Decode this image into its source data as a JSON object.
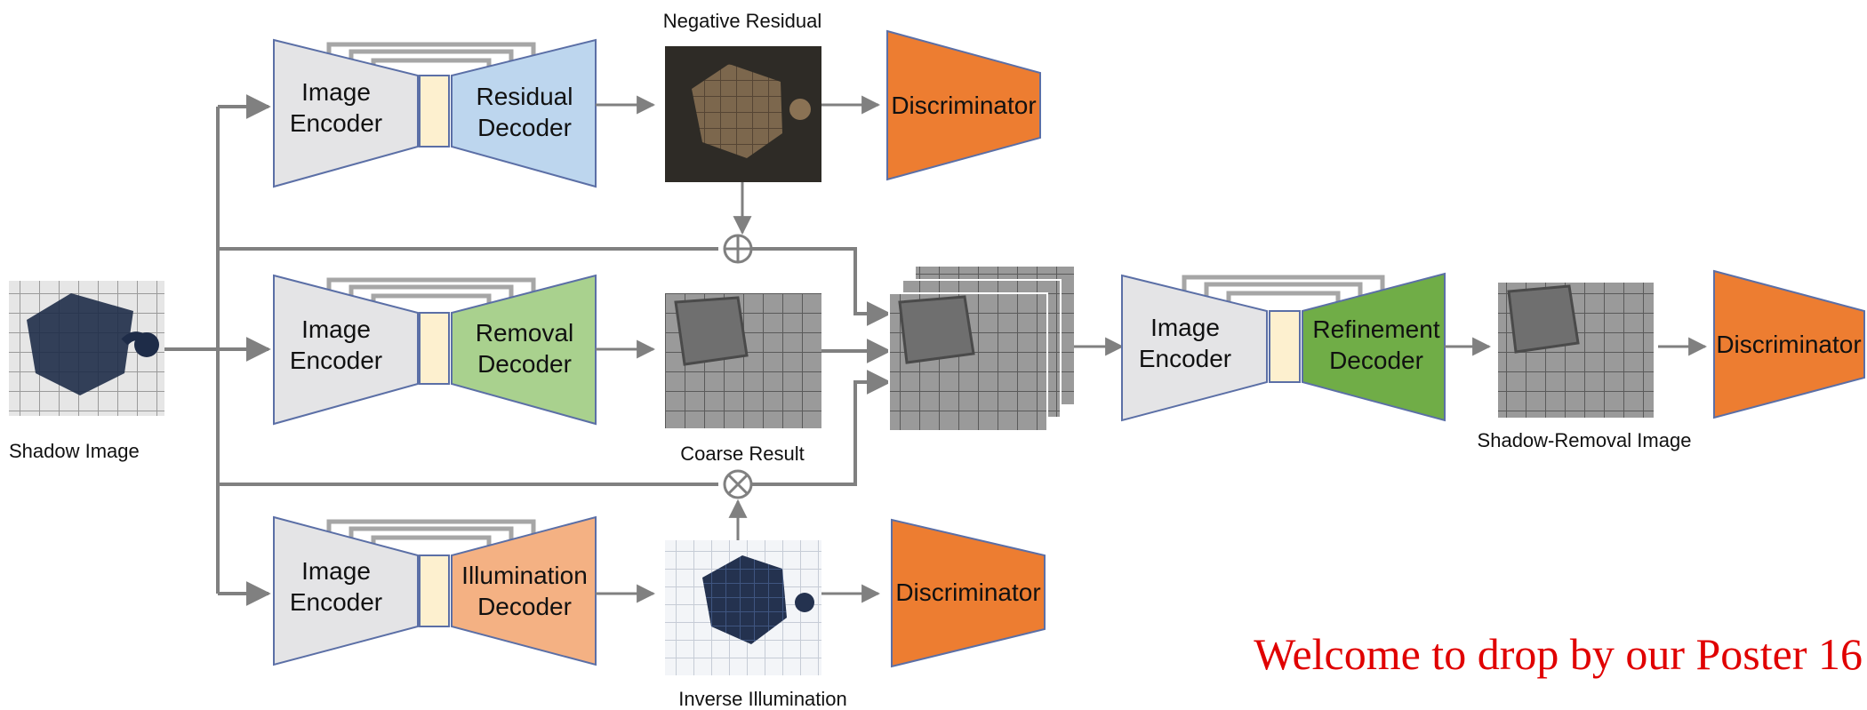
{
  "labels": {
    "negative_residual": "Negative Residual",
    "shadow_image": "Shadow Image",
    "coarse_result": "Coarse Result",
    "inverse_illumination": "Inverse Illumination",
    "shadow_removal_image": "Shadow-Removal Image",
    "welcome": "Welcome to drop by our Poster 16"
  },
  "branches": {
    "residual": {
      "encoder": [
        "Image",
        "Encoder"
      ],
      "decoder": [
        "Residual",
        "Decoder"
      ],
      "discriminator": "Discriminator"
    },
    "removal": {
      "encoder": [
        "Image",
        "Encoder"
      ],
      "decoder": [
        "Removal",
        "Decoder"
      ]
    },
    "illumination": {
      "encoder": [
        "Image",
        "Encoder"
      ],
      "decoder": [
        "Illumination",
        "Decoder"
      ],
      "discriminator": "Discriminator"
    },
    "refinement": {
      "encoder": [
        "Image",
        "Encoder"
      ],
      "decoder": [
        "Refinement",
        "Decoder"
      ],
      "discriminator": "Discriminator"
    }
  },
  "operators": {
    "add": "⊕",
    "multiply": "⊗"
  },
  "colors": {
    "encoder": "#e4e4e6",
    "bottleneck": "#fdf0cf",
    "residual_decoder": "#bdd6ee",
    "removal_decoder": "#a9d18e",
    "illumination_decoder": "#f4b183",
    "refinement_decoder": "#70ad47",
    "discriminator": "#ed7d31",
    "outline": "#5b6fa6",
    "arrow": "#808080",
    "welcome_text": "#e00000"
  }
}
